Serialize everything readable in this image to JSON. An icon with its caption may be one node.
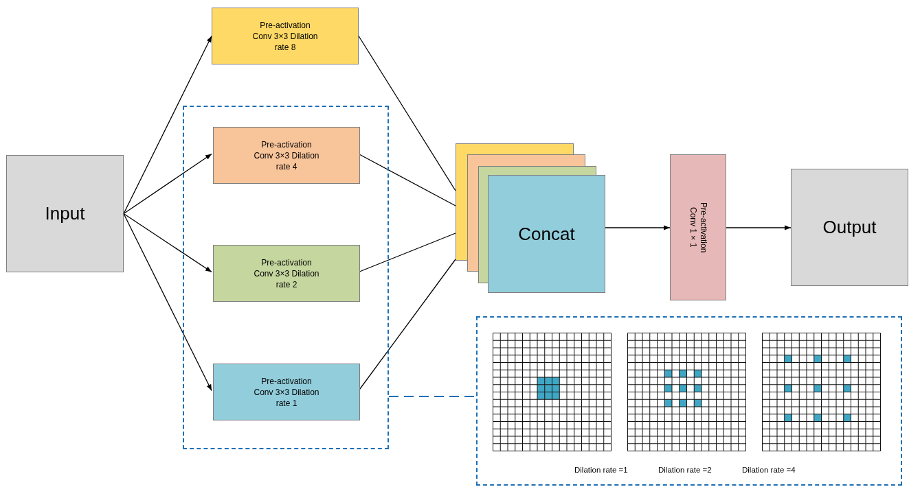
{
  "diagram": {
    "nodes": [
      {
        "text": [
          "Input"
        ]
      },
      {
        "text": [
          "Pre-activation Conv 3×3 Dilation rate 8"
        ]
      },
      {
        "text": [],
        "shape": "box"
      },
      {
        "text": [
          "Pre-activation Conv 3×3 Dilation rate 4"
        ],
        "in": 2
      },
      {
        "text": [
          "Pre-activation Conv 3×3 Dilation rate 2"
        ],
        "in": 2
      },
      {
        "text": [
          "Pre-activation Conv 3×3 Dilation rate 1"
        ],
        "in": 2
      },
      {
        "text": [
          "Concat"
        ]
      },
      {
        "text": [
          "Pre-activation Conv 1×1"
        ]
      },
      {
        "text": [
          "Output"
        ]
      },
      {
        "text": [],
        "shape": "box"
      }
    ],
    "edges": [
      {
        "from": 0,
        "to": 1,
        "arrow": "to"
      },
      {
        "from": 0,
        "to": 3,
        "arrow": "to"
      },
      {
        "from": 0,
        "to": 4,
        "arrow": "to"
      },
      {
        "from": 0,
        "to": 5,
        "arrow": "to"
      },
      {
        "from": 1,
        "to": 6,
        "arrow": "none"
      },
      {
        "from": 3,
        "to": 6,
        "arrow": "none"
      },
      {
        "from": 4,
        "to": 6,
        "arrow": "none"
      },
      {
        "from": 5,
        "to": 6,
        "arrow": "none"
      },
      {
        "from": 6,
        "to": 7,
        "arrow": "to"
      },
      {
        "from": 7,
        "to": 8,
        "arrow": "to"
      },
      {
        "from": 2,
        "to": 9,
        "arrow": "none",
        "style": "dashed",
        "color": "#1f6fb5"
      }
    ],
    "labels": [
      "Dilation rate =1",
      "Dilation rate =2",
      "Dilation rate =4"
    ]
  }
}
